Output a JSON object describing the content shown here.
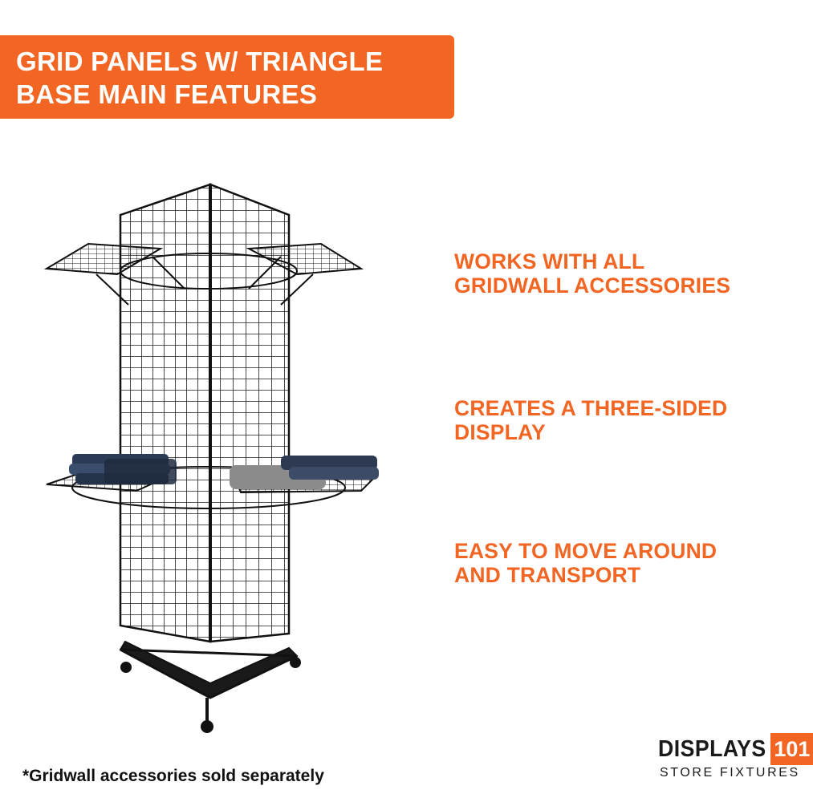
{
  "header": {
    "line1": "GRID PANELS W/ TRIANGLE",
    "line2": "BASE MAIN FEATURES"
  },
  "features": [
    {
      "line1": "WORKS WITH ALL",
      "line2": "GRIDWALL ACCESSORIES"
    },
    {
      "line1": "CREATES A THREE-SIDED",
      "line2": "DISPLAY"
    },
    {
      "line1": "EASY TO MOVE AROUND",
      "line2": "AND TRANSPORT"
    }
  ],
  "footnote": "*Gridwall accessories sold separately",
  "brand": {
    "word": "DISPLAYS",
    "number": "101",
    "subtitle": "STORE FIXTURES"
  },
  "colors": {
    "accent": "#f26522",
    "text_dark": "#1a1a1a",
    "background": "#ffffff"
  }
}
